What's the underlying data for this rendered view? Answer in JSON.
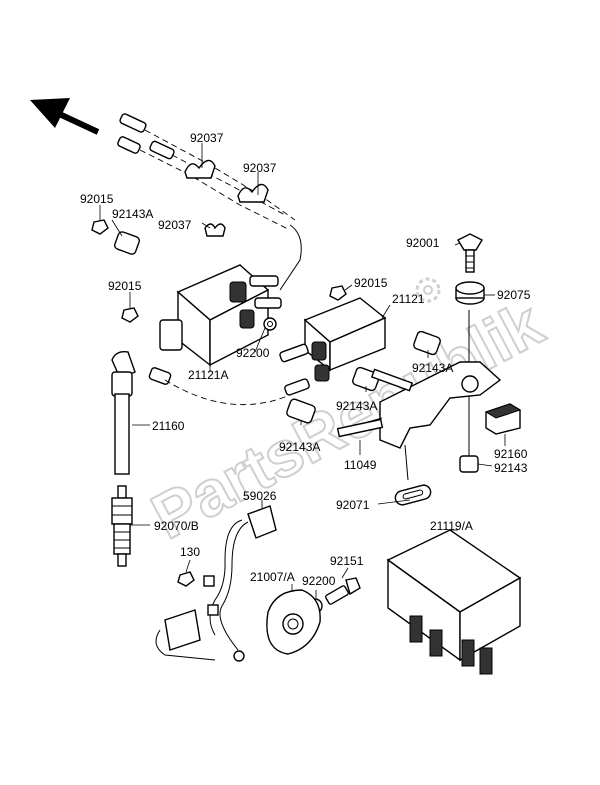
{
  "watermark": "PartsRepublik",
  "labels": {
    "l92037a": "92037",
    "l92037b": "92037",
    "l92037c": "92037",
    "l92015a": "92015",
    "l92143Aa": "92143A",
    "l92015b": "92015",
    "l92015c": "92015",
    "l21121": "21121",
    "l92001": "92001",
    "l92075": "92075",
    "l92200a": "92200",
    "l21121A": "21121A",
    "l92143Ab": "92143A",
    "l92143Ac": "92143A",
    "l92143Ad": "92143A",
    "l21160": "21160",
    "l11049": "11049",
    "l92160": "92160",
    "l92143": "92143",
    "l92071": "92071",
    "l59026": "59026",
    "l92070B": "92070/B",
    "l21119A": "21119/A",
    "l130": "130",
    "l92151": "92151",
    "l21007A": "21007/A",
    "l92200b": "92200"
  }
}
